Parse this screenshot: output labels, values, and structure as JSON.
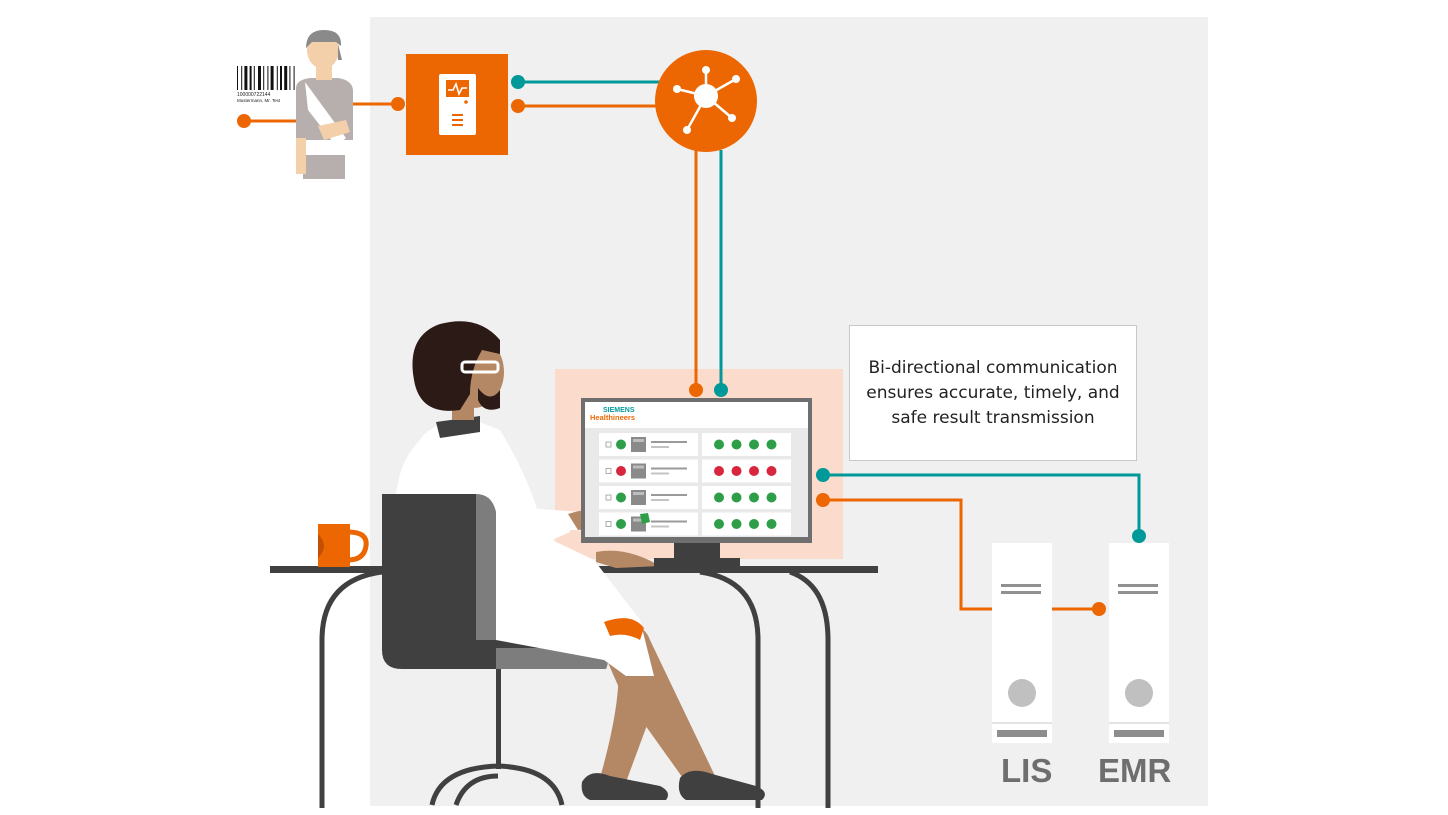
{
  "callout": {
    "text": "Bi-directional communication ensures accurate, timely, and safe result transmission"
  },
  "servers": [
    {
      "label": "LIS"
    },
    {
      "label": "EMR"
    }
  ],
  "monitor": {
    "brand_top": "SIEMENS",
    "brand_bottom": "Healthineers",
    "rows": [
      {
        "status": "ok",
        "indicators": [
          "ok",
          "ok",
          "ok",
          "ok"
        ]
      },
      {
        "status": "error",
        "indicators": [
          "error",
          "error",
          "error",
          "error"
        ]
      },
      {
        "status": "ok",
        "indicators": [
          "ok",
          "ok",
          "ok",
          "ok"
        ]
      },
      {
        "status": "ok",
        "indicators": [
          "ok",
          "ok",
          "ok",
          "ok"
        ]
      }
    ]
  },
  "barcode": {
    "number": "100000722144",
    "name": "Mustermann, Mr. Test"
  },
  "colors": {
    "background_panel": "#f0f0f0",
    "orange": "#ec6602",
    "teal": "#009999",
    "ok": "#2e9e48",
    "error": "#d7263d",
    "highlight": "#fbdccc"
  },
  "icons": [
    "patient-figure",
    "analyzer-device-icon",
    "hub-network-icon",
    "clinician-figure",
    "coffee-mug",
    "lis-server",
    "emr-server"
  ]
}
